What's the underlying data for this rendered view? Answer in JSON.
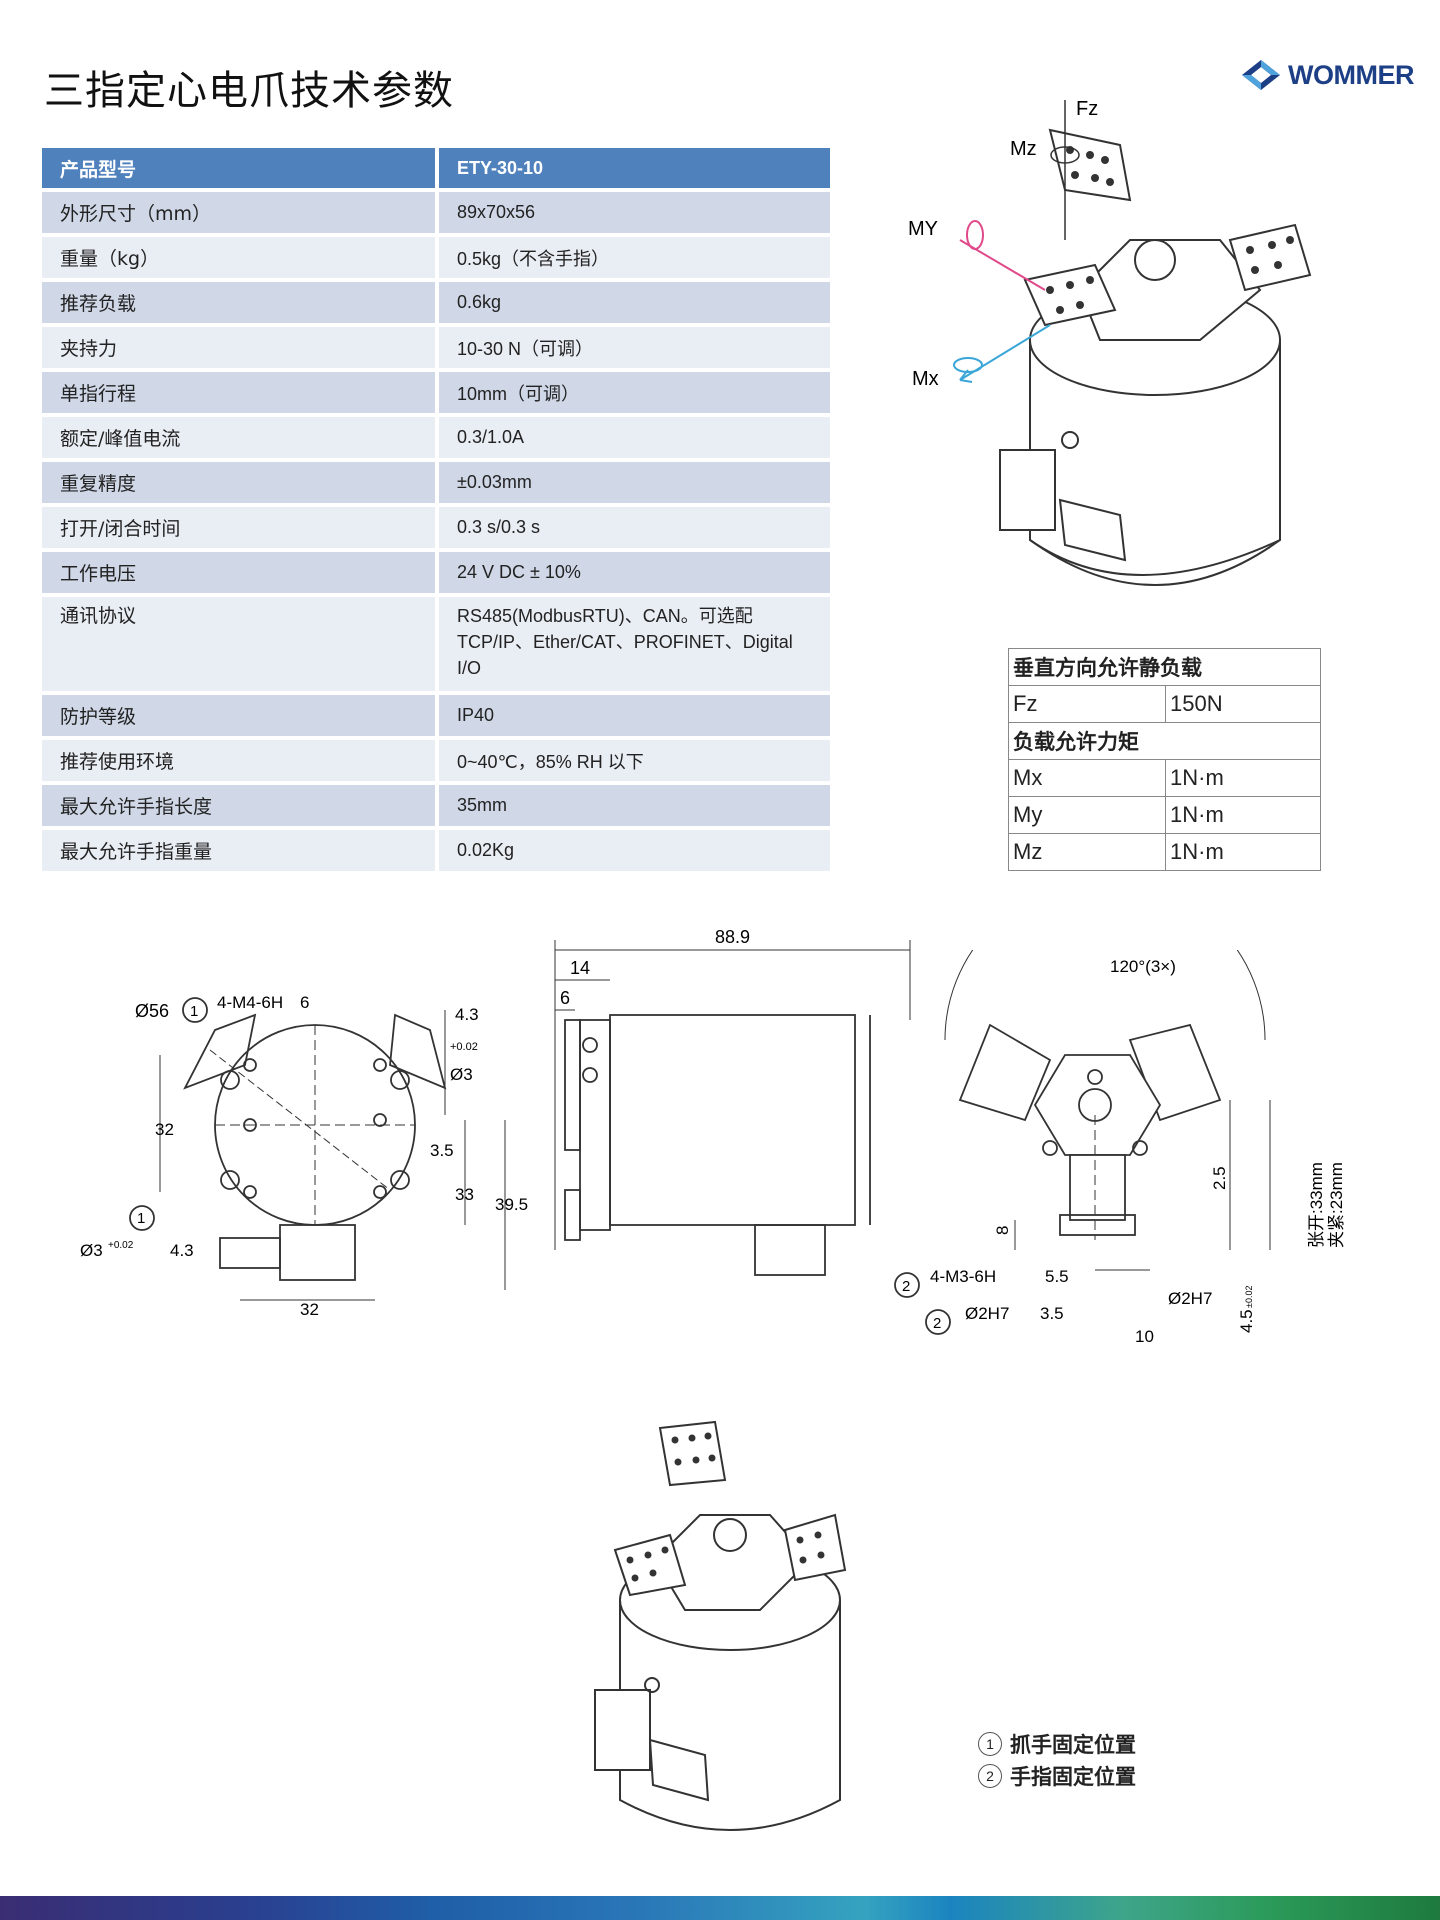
{
  "page_title": "三指定心电爪技术参数",
  "brand": "WOMMER",
  "spec_table": {
    "header": {
      "key": "产品型号",
      "value": "ETY-30-10"
    },
    "rows": [
      {
        "key": "外形尺寸（mm）",
        "value": "89x70x56"
      },
      {
        "key": "重量（kg）",
        "value": "0.5kg（不含手指）"
      },
      {
        "key": "推荐负载",
        "value": "0.6kg"
      },
      {
        "key": "夹持力",
        "value": "10-30 N（可调）"
      },
      {
        "key": "单指行程",
        "value": "10mm（可调）"
      },
      {
        "key": "额定/峰值电流",
        "value": "0.3/1.0A"
      },
      {
        "key": "重复精度",
        "value": "±0.03mm"
      },
      {
        "key": "打开/闭合时间",
        "value": "0.3 s/0.3 s"
      },
      {
        "key": "工作电压",
        "value": "24 V DC ± 10%"
      },
      {
        "key": "通讯协议",
        "value": " RS485(ModbusRTU)、CAN。可选配TCP/IP、Ether/CAT、PROFINET、Digital I/O"
      },
      {
        "key": "防护等级",
        "value": "IP40"
      },
      {
        "key": "推荐使用环境",
        "value": "0~40℃，85% RH 以下"
      },
      {
        "key": "最大允许手指长度",
        "value": "35mm"
      },
      {
        "key": "最大允许手指重量",
        "value": "0.02Kg"
      }
    ]
  },
  "load_table": {
    "static_header": "垂直方向允许静负载",
    "fz": {
      "label": "Fz",
      "value": "150N"
    },
    "moment_header": "负载允许力矩",
    "mx": {
      "label": "Mx",
      "value": "1N·m"
    },
    "my": {
      "label": "My",
      "value": "1N·m"
    },
    "mz": {
      "label": "Mz",
      "value": "1N·m"
    }
  },
  "iso_labels": {
    "fz": "Fz",
    "mz": "Mz",
    "my": "MY",
    "mx": "Mx"
  },
  "drawing_front": {
    "dia": "Ø56",
    "c1": "1",
    "thread": "4-M4-6H",
    "thread_depth": "6",
    "pin": "Ø3",
    "pin_tol": "+0.02",
    "pin_depth": "4.3",
    "d32v": "32",
    "d35": "3.5",
    "d33": "33",
    "d395": "39.5",
    "d32h": "32",
    "c1b": "1",
    "pin2": "Ø3",
    "pin2_tol": "+0.02",
    "pin2_depth": "4.3"
  },
  "drawing_side": {
    "d889": "88.9",
    "d14": "14",
    "d6": "6"
  },
  "drawing_top": {
    "angle": "120°(3×)",
    "open": "张开:33mm",
    "close": "夹紧:23mm",
    "d25": "2.5",
    "d8": "8",
    "c2a": "2",
    "thread": "4-M3-6H",
    "thread_depth": "5.5",
    "c2b": "2",
    "pin": "Ø2H7",
    "pin_depth": "3.5",
    "pin_right": "Ø2H7",
    "d45": "4.5",
    "d45_tol": "±0.02",
    "d10": "10"
  },
  "legend": [
    {
      "num": "1",
      "text": "抓手固定位置"
    },
    {
      "num": "2",
      "text": "手指固定位置"
    }
  ]
}
